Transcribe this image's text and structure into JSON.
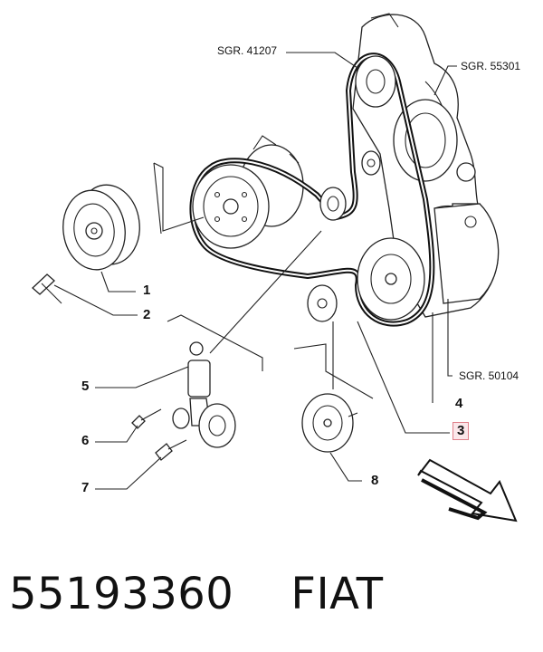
{
  "labels": {
    "ref_41207": "SGR. 41207",
    "ref_55301": "SGR. 55301",
    "ref_50104": "SGR. 50104",
    "p1": "1",
    "p2": "2",
    "p3": "3",
    "p4": "4",
    "p5": "5",
    "p6": "6",
    "p7": "7",
    "p8": "8"
  },
  "caption": "55193360    FIAT",
  "colors": {
    "highlight_border": "#e0808a",
    "highlight_fill": "#fbe7ea"
  }
}
